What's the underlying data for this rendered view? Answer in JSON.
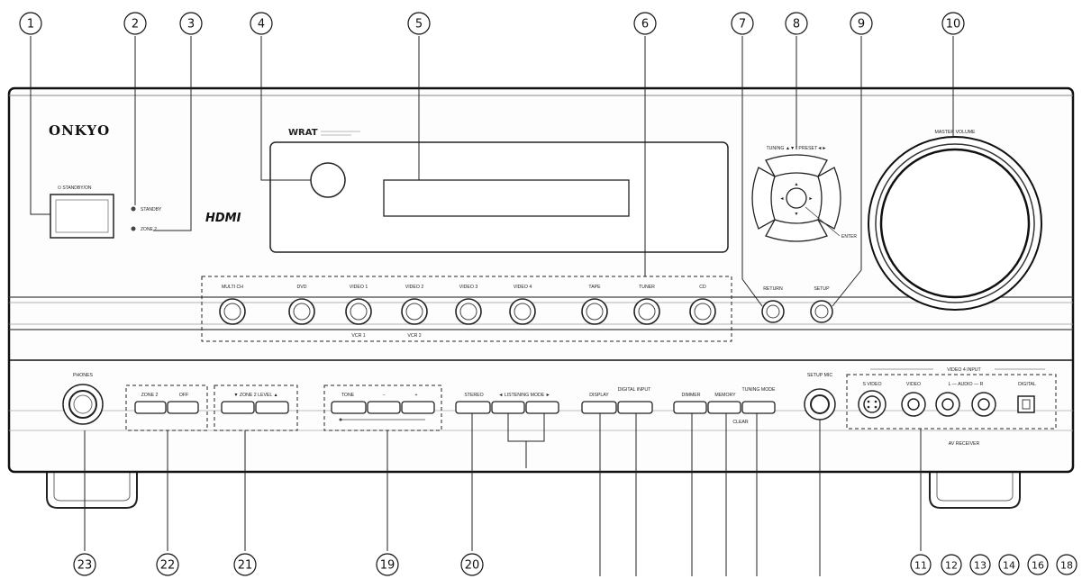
{
  "brand": "ONKYO",
  "hdmi_logo": "HDMI",
  "wrat_logo": "WRAT",
  "callouts_top": [
    "1",
    "2",
    "3",
    "4",
    "5",
    "6",
    "7",
    "8",
    "9",
    "10"
  ],
  "callouts_bottom": [
    "23",
    "22",
    "21",
    "19",
    "20",
    "11",
    "12",
    "13",
    "14",
    "16",
    "18"
  ],
  "front_labels": {
    "standby_on": "⏻ STANDBY/ON",
    "standby": "STANDBY",
    "zone2_ind": "ZONE 2",
    "tuning_preset": "TUNING ▲▼ / PRESET◄►",
    "enter": "ENTER",
    "master_volume": "MASTER VOLUME",
    "return": "RETURN",
    "setup": "SETUP",
    "phones": "PHONES",
    "zone2_btn": "ZONE 2",
    "off_btn": "OFF",
    "zone2_level": "▼ ZONE 2 LEVEL ▲",
    "tone": "TONE",
    "minus": "−",
    "plus": "+",
    "stereo": "STEREO",
    "listening_mode": "◄ LISTENING MODE ►",
    "display": "DISPLAY",
    "digital_input": "DIGITAL INPUT",
    "dimmer": "DIMMER",
    "memory": "MEMORY",
    "tuning_mode": "TUNING MODE",
    "clear": "CLEAR",
    "setup_mic": "SETUP MIC",
    "video4_input": "VIDEO 4 INPUT",
    "s_video": "S VIDEO",
    "video": "VIDEO",
    "audio_lr": "L — AUDIO — R",
    "digital": "DIGITAL",
    "av_receiver": "AV RECEIVER"
  },
  "input_selectors": [
    {
      "label": "MULTI CH",
      "sub": ""
    },
    {
      "label": "DVD",
      "sub": ""
    },
    {
      "label": "VIDEO 1",
      "sub": "VCR 1"
    },
    {
      "label": "VIDEO 2",
      "sub": "VCR 2"
    },
    {
      "label": "VIDEO 3",
      "sub": ""
    },
    {
      "label": "VIDEO 4",
      "sub": ""
    },
    {
      "label": "TAPE",
      "sub": ""
    },
    {
      "label": "TUNER",
      "sub": ""
    },
    {
      "label": "CD",
      "sub": ""
    }
  ]
}
